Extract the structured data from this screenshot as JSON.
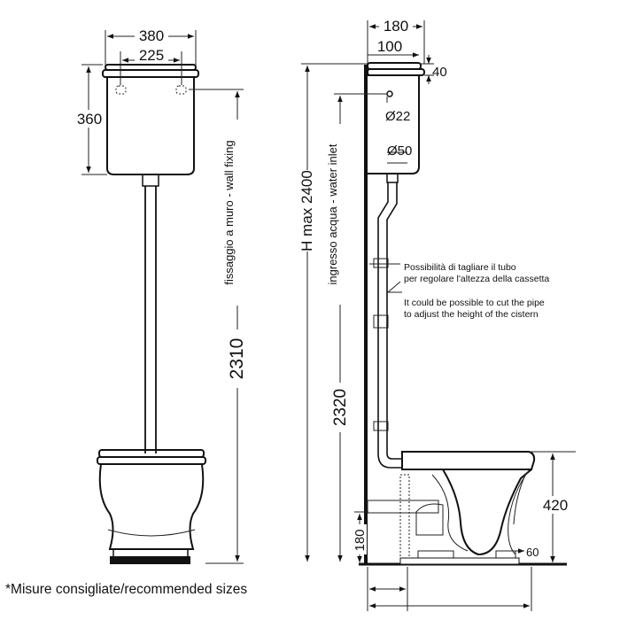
{
  "front_view": {
    "width_overall": "380",
    "width_fixing": "225",
    "height_cistern": "360",
    "wall_fixing_label": "fissaggio a muro - wall fixing",
    "height_fixing": "2310"
  },
  "side_view": {
    "depth_overall": "180",
    "depth_cistern": "100",
    "lid_height": "40",
    "inlet_diameter": "Ø22",
    "outlet_diameter": "Ø50",
    "max_height_label": "H max 2400",
    "water_inlet_label": "ingresso acqua - water inlet",
    "water_inlet_height": "2320",
    "bowl_height": "420",
    "drain_height": "180",
    "drain_offset": "60"
  },
  "notes": {
    "italian_line1": "Possibilità di tagliare il tubo",
    "italian_line2": "per regolare l'altezza della cassetta",
    "english_line1": "It could be possible to cut the pipe",
    "english_line2": "to adjust the height of the cistern"
  },
  "footer": "*Misure consigliate/recommended sizes"
}
